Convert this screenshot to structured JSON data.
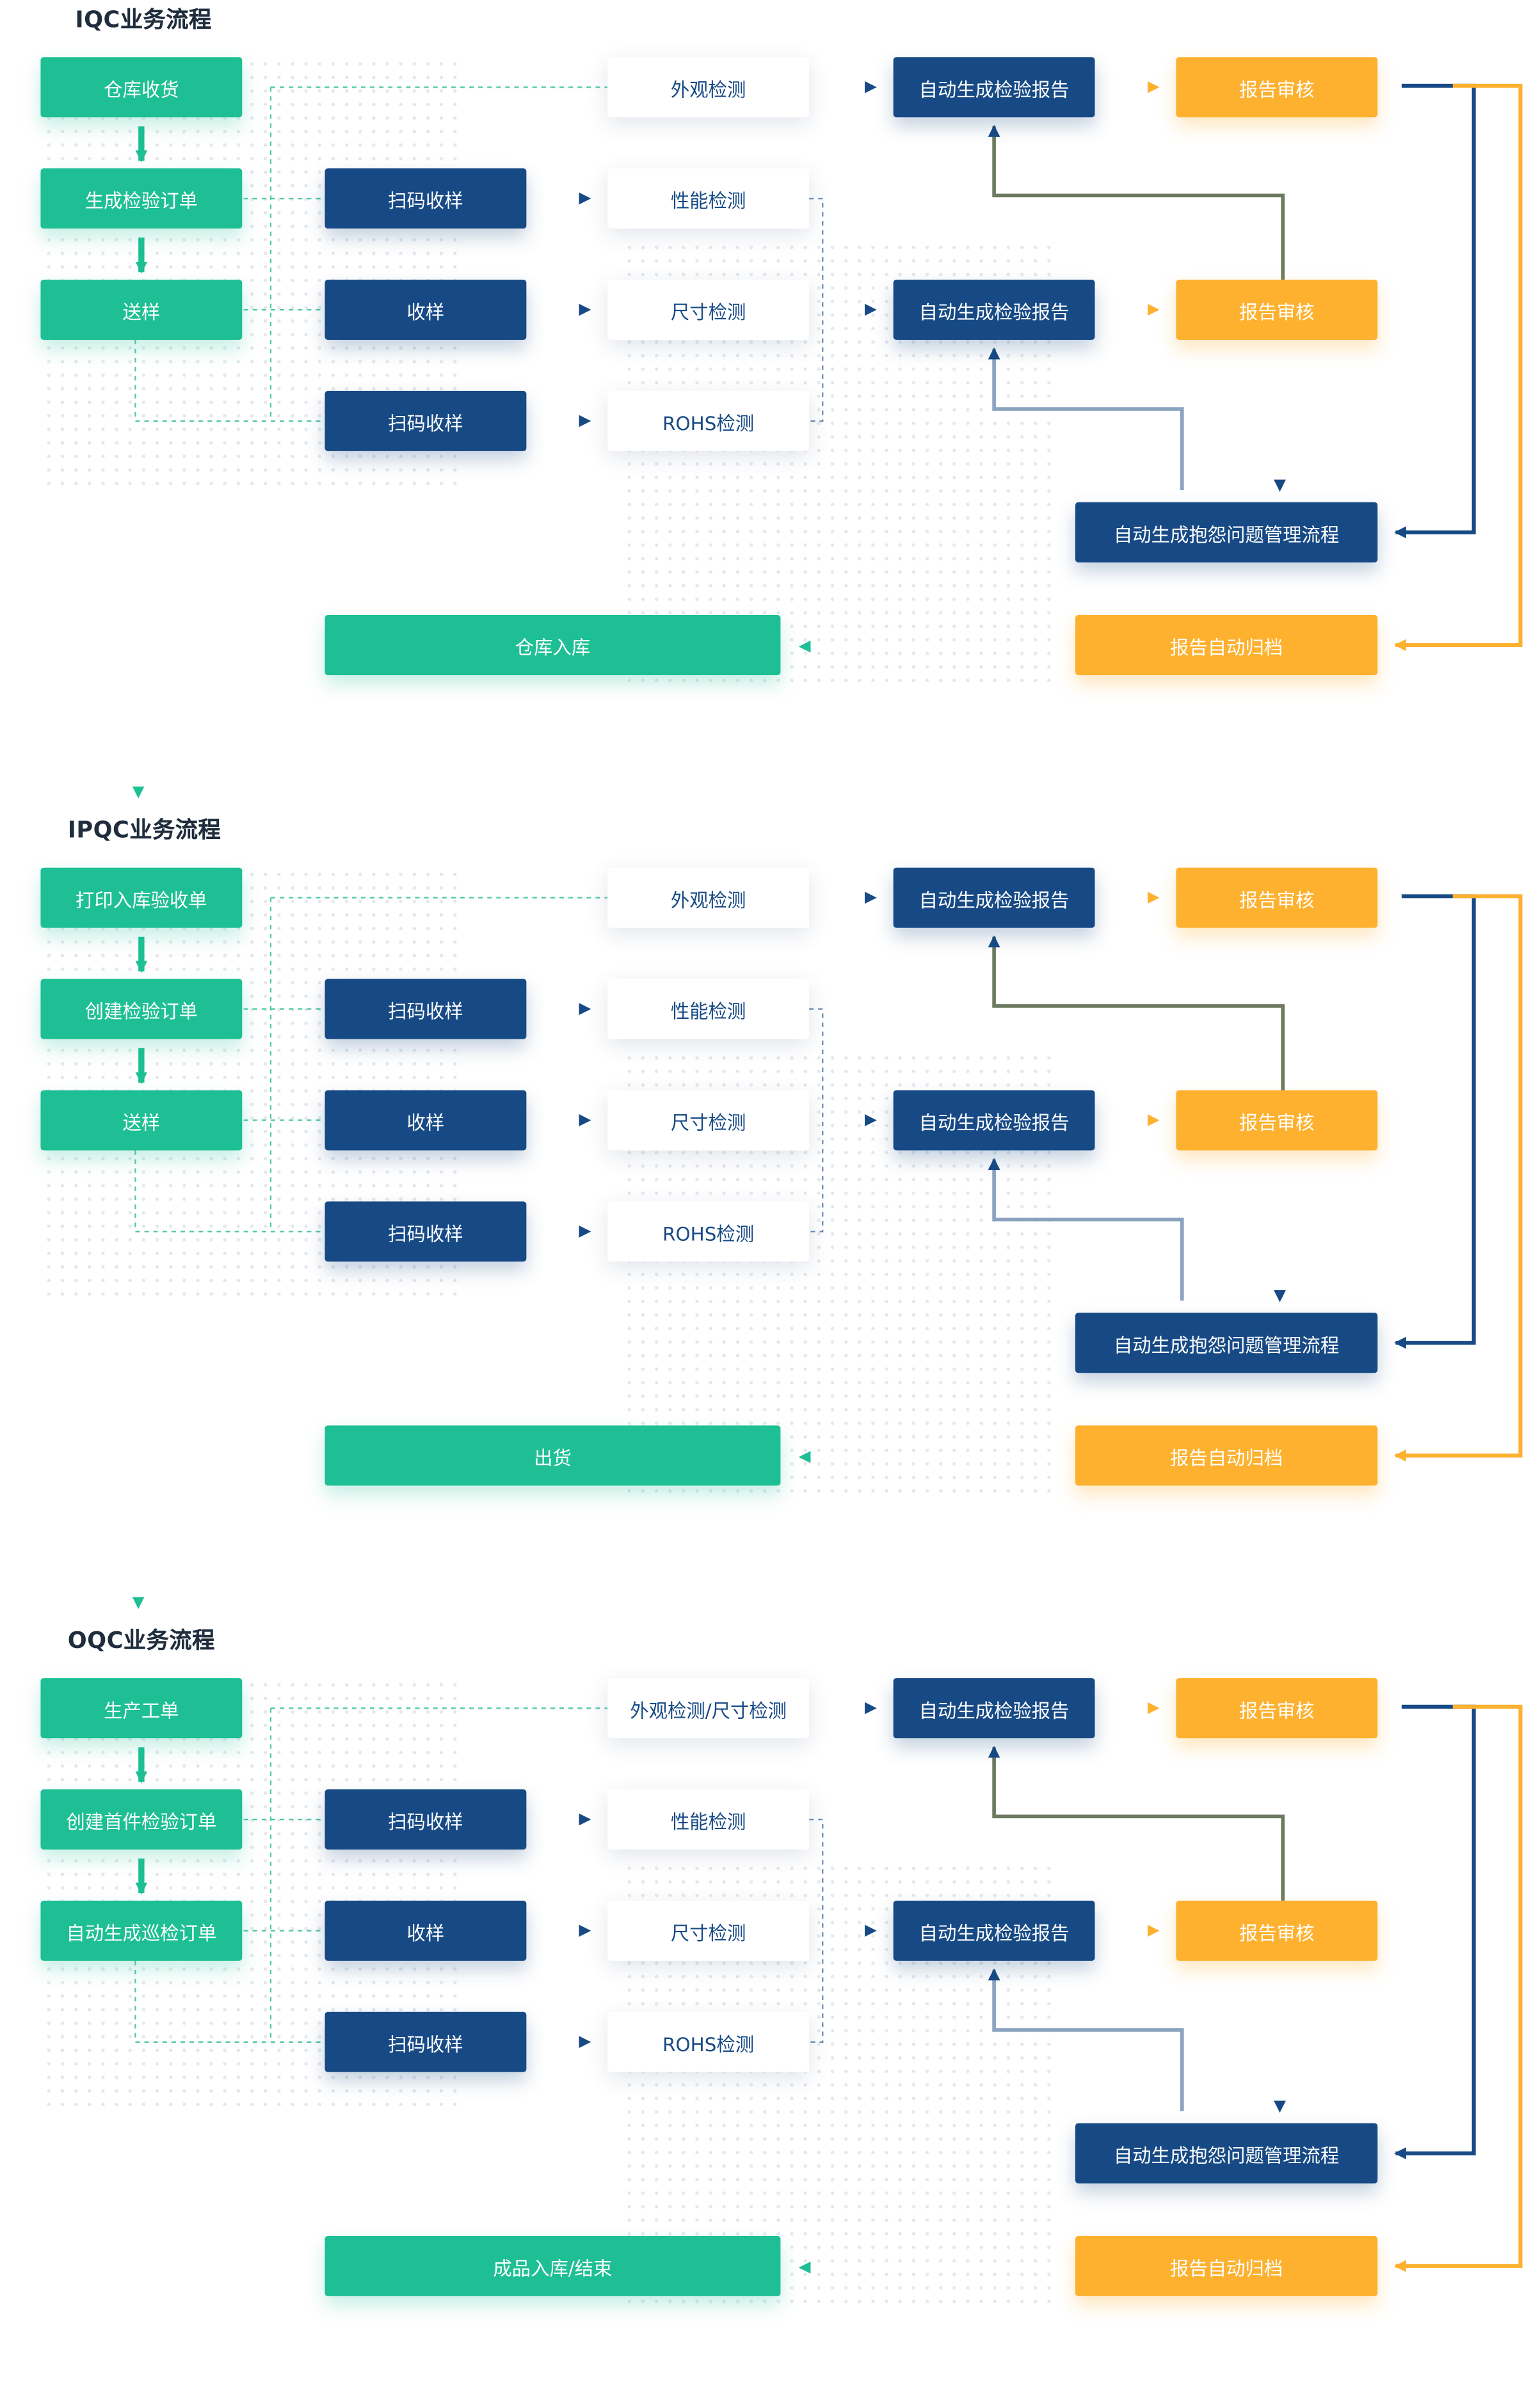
{
  "colors": {
    "green": "#1ebf94",
    "navy": "#174a85",
    "orange": "#fdb12f",
    "slate": "#8aa3bf",
    "olive": "#6c7a60"
  },
  "sections": [
    {
      "title": "IQC业务流程",
      "steps": [
        "仓库收货",
        "生成检验订单",
        "送样"
      ],
      "samples": [
        "扫码收样",
        "收样",
        "扫码收样"
      ],
      "tests": [
        "外观检测",
        "性能检测",
        "尺寸检测",
        "ROHS检测"
      ],
      "report": "自动生成检验报告",
      "audit": "报告审核",
      "issue": "自动生成抱怨问题管理流程",
      "archive": "报告自动归档",
      "final": "仓库入库"
    },
    {
      "title": "IPQC业务流程",
      "steps": [
        "打印入库验收单",
        "创建检验订单",
        "送样"
      ],
      "samples": [
        "扫码收样",
        "收样",
        "扫码收样"
      ],
      "tests": [
        "外观检测",
        "性能检测",
        "尺寸检测",
        "ROHS检测"
      ],
      "report": "自动生成检验报告",
      "audit": "报告审核",
      "issue": "自动生成抱怨问题管理流程",
      "archive": "报告自动归档",
      "final": "出货"
    },
    {
      "title": "OQC业务流程",
      "steps": [
        "生产工单",
        "创建首件检验订单",
        "自动生成巡检订单"
      ],
      "samples": [
        "扫码收样",
        "收样",
        "扫码收样"
      ],
      "tests": [
        "外观检测/尺寸检测",
        "性能检测",
        "尺寸检测",
        "ROHS检测"
      ],
      "report": "自动生成检验报告",
      "audit": "报告审核",
      "issue": "自动生成抱怨问题管理流程",
      "archive": "报告自动归档",
      "final": "成品入库/结束"
    }
  ]
}
